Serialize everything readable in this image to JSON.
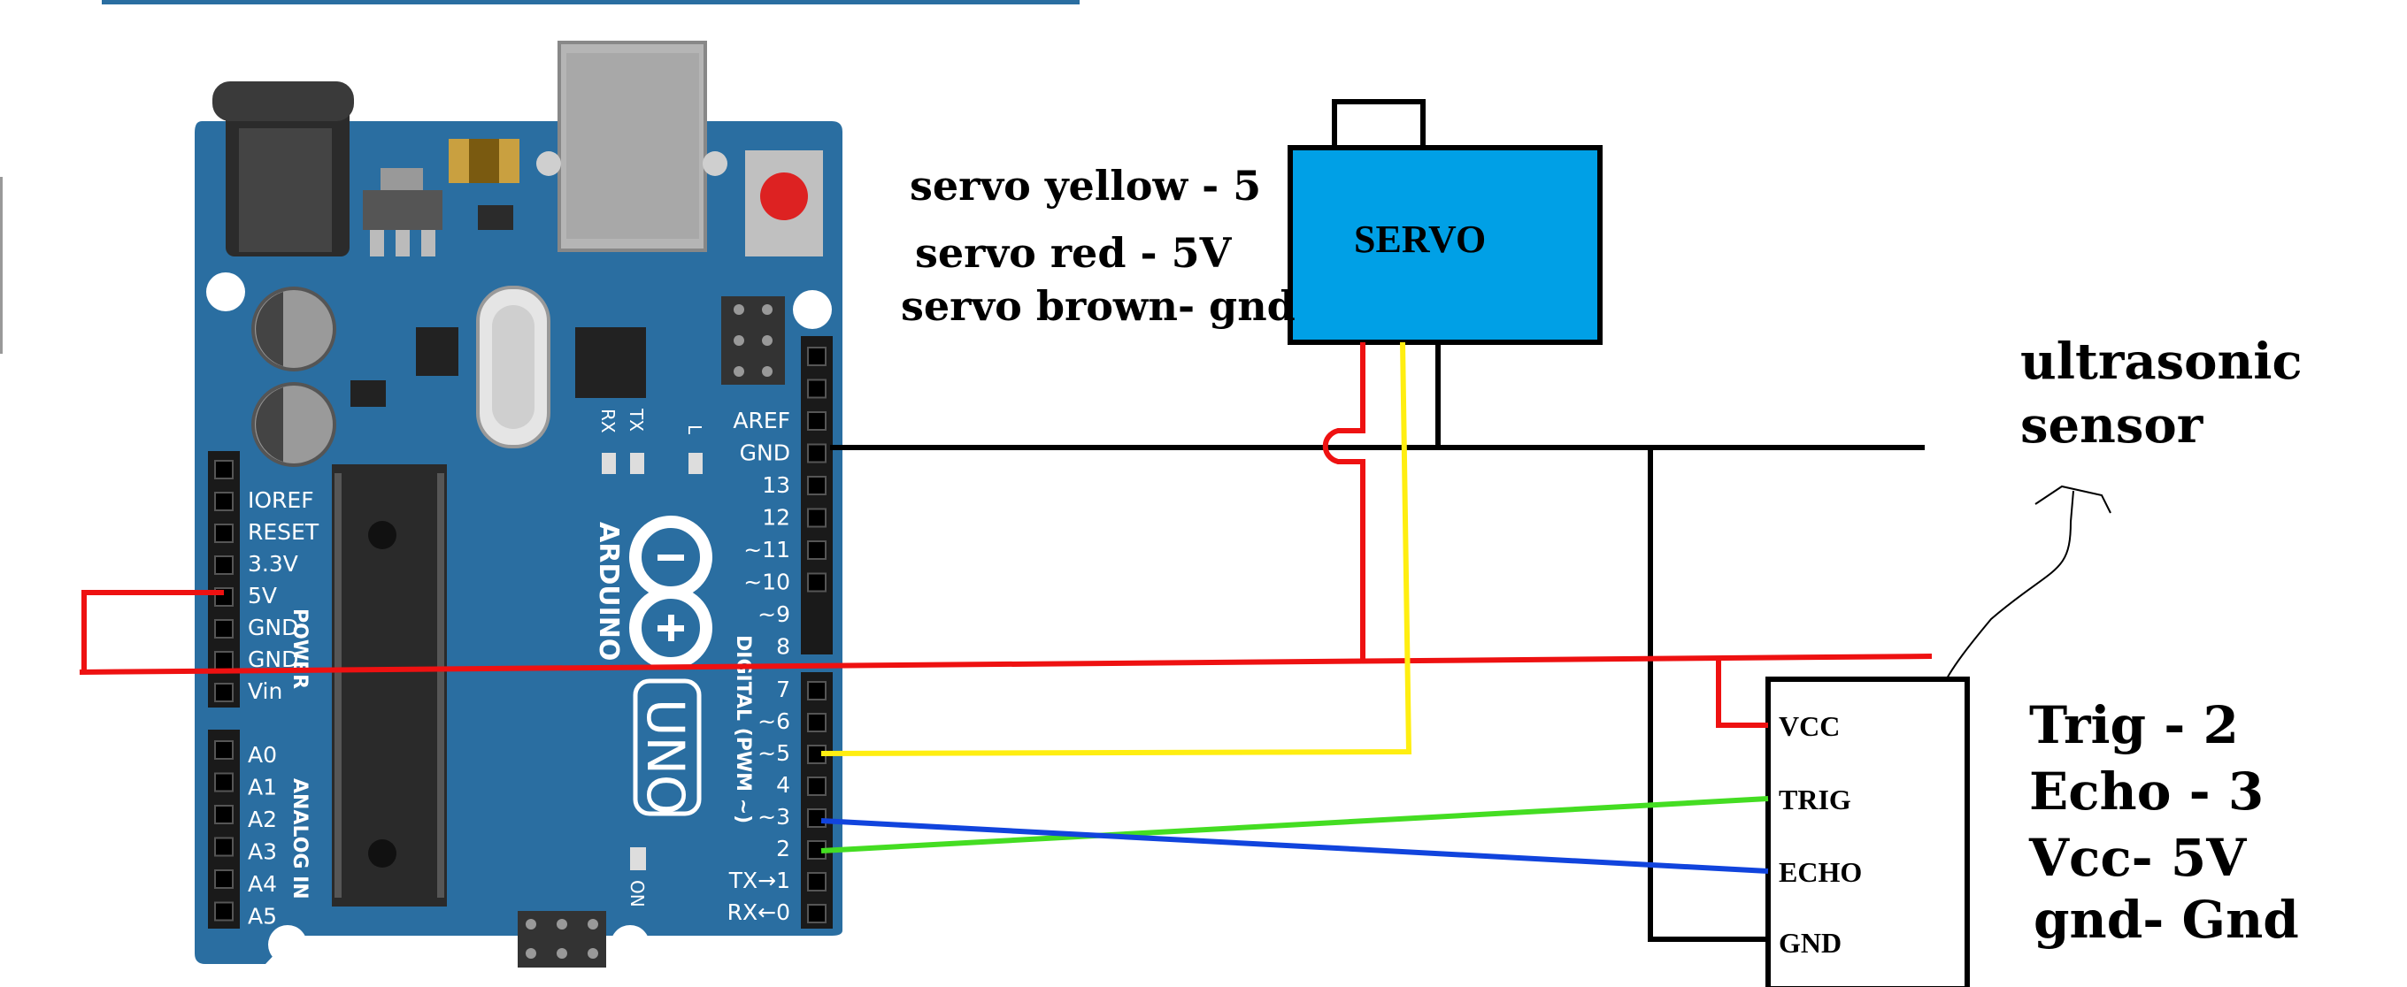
{
  "servo": {
    "label": "SERVO",
    "notes": [
      "servo yellow  - 5",
      "servo red - 5V",
      "servo brown- gnd"
    ]
  },
  "ultrasonic": {
    "title_lines": [
      "ultrasonic",
      "sensor"
    ],
    "pins": [
      "VCC",
      "TRIG",
      "ECHO",
      "GND"
    ],
    "notes": [
      "Trig - 2",
      "Echo - 3",
      "Vcc- 5V",
      "gnd- Gnd"
    ]
  },
  "arduino": {
    "brand": "ARDUINO",
    "model": "UNO",
    "on_label": "ON",
    "led_labels": [
      "RX",
      "TX",
      "L"
    ],
    "digital_pins_top": [
      "AREF",
      "GND",
      "13",
      "12",
      "~11",
      "~10",
      "~9",
      "8"
    ],
    "digital_pins_bottom": [
      "7",
      "~6",
      "~5",
      "4",
      "~3",
      "2",
      "TX→1",
      "RX←0"
    ],
    "power_pins": [
      "IOREF",
      "RESET",
      "3.3V",
      "5V",
      "GND",
      "GND",
      "Vin"
    ],
    "analog_pins": [
      "A0",
      "A1",
      "A2",
      "A3",
      "A4",
      "A5"
    ],
    "digital_header": "DIGITAL (PWM ~)",
    "power_header": "POWER",
    "analog_header": "ANALOG IN"
  },
  "colors": {
    "board": "#2a6ea1",
    "servo_body": "#00a0e6",
    "wire_red": "#ee1111",
    "wire_yellow": "#ffee11",
    "wire_green": "#44dd22",
    "wire_blue": "#1144dd",
    "wire_black": "#000000"
  }
}
